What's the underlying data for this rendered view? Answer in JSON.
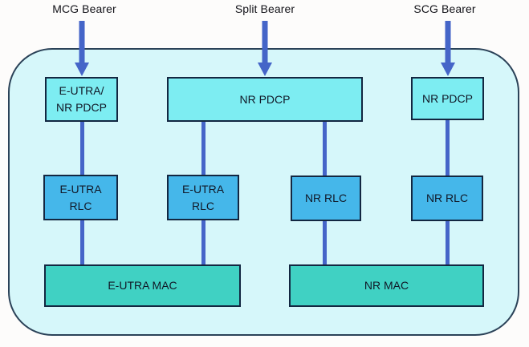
{
  "bearer_labels": [
    "MCG Bearer",
    "Split Bearer",
    "SCG Bearer"
  ],
  "layers": {
    "pdcp_mcg": "E-UTRA/\nNR PDCP",
    "pdcp_split": "NR PDCP",
    "pdcp_scg": "NR PDCP",
    "rlc_mcg": "E-UTRA\nRLC",
    "rlc_split_eutra": "E-UTRA\nRLC",
    "rlc_split_nr": "NR RLC",
    "rlc_scg": "NR RLC",
    "mac_eutra": "E-UTRA MAC",
    "mac_nr": "NR MAC"
  },
  "colors": {
    "container-fill": "#d6f7fa",
    "container-border": "#2b4258",
    "box-border": "#132741",
    "pdcp-fill": "#7dedf2",
    "rlc-fill": "#45b7ea",
    "mac-fill": "#40d1c3",
    "connector": "#4565c8",
    "text": "#111827"
  }
}
